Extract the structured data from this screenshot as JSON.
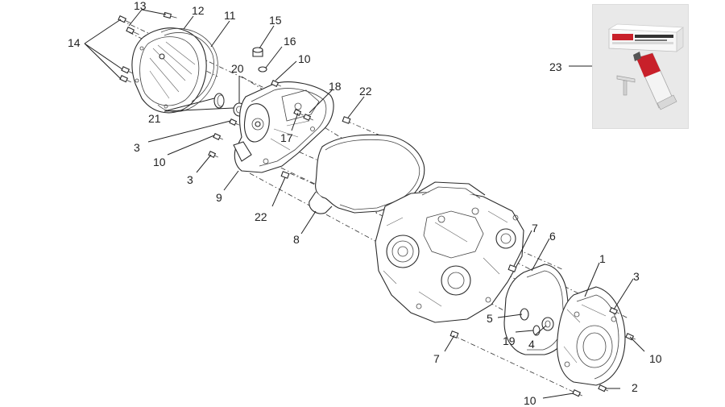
{
  "labels": {
    "c1": "1",
    "c2": "2",
    "c3a": "3",
    "c3b": "3",
    "c3c": "3",
    "c4": "4",
    "c5": "5",
    "c6": "6",
    "c7a": "7",
    "c7b": "7",
    "c8": "8",
    "c9": "9",
    "c10a": "10",
    "c10b": "10",
    "c10c": "10",
    "c10d": "10",
    "c11": "11",
    "c12": "12",
    "c13": "13",
    "c14": "14",
    "c15": "15",
    "c16": "16",
    "c17": "17",
    "c18": "18",
    "c19": "19",
    "c20": "20",
    "c21": "21",
    "c22a": "22",
    "c22b": "22",
    "c23": "23"
  },
  "colors": {
    "ink": "#222222",
    "photo_background": "#e9e9e9",
    "tube_red": "#c8202a"
  }
}
